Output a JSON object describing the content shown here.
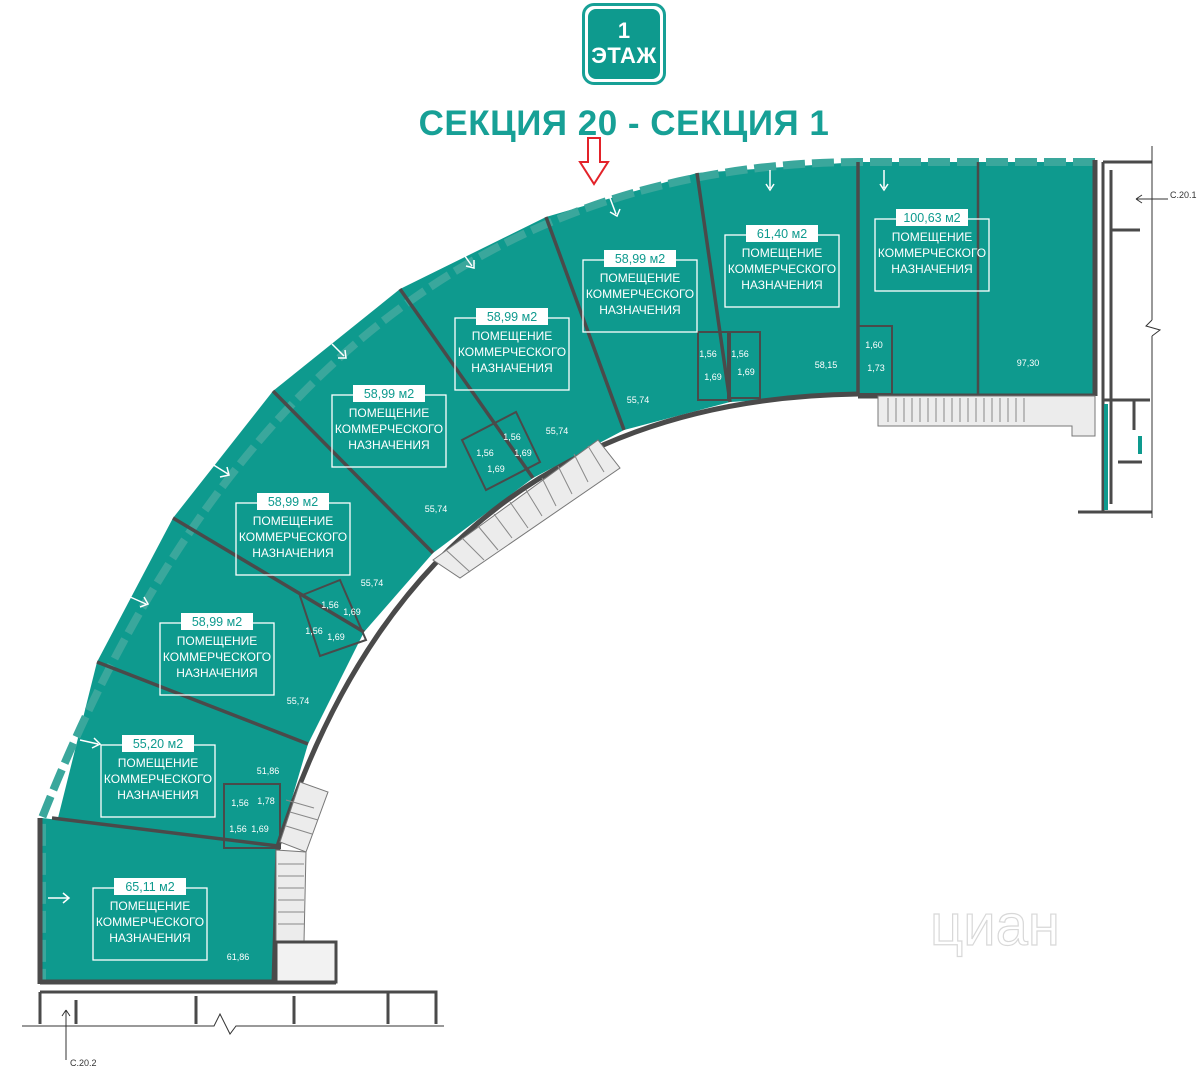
{
  "header": {
    "floor_number": "1",
    "floor_word": "ЭТАЖ",
    "title": "СЕКЦИЯ 20 - СЕКЦИЯ 1"
  },
  "colors": {
    "room_fill": "#0e9a8e",
    "wall": "#4a4a4a",
    "accent_arrow": "#e32229",
    "label_border": "#ffffff"
  },
  "units": [
    {
      "area": "100,63 м2",
      "line1": "ПОМЕЩЕНИЕ",
      "line2": "КОММЕРЧЕСКОГО",
      "line3": "НАЗНАЧЕНИЯ",
      "inner": "97,30"
    },
    {
      "area": "61,40 м2",
      "line1": "ПОМЕЩЕНИЕ",
      "line2": "КОММЕРЧЕСКОГО",
      "line3": "НАЗНАЧЕНИЯ",
      "inner": "58,15"
    },
    {
      "area": "58,99 м2",
      "line1": "ПОМЕЩЕНИЕ",
      "line2": "КОММЕРЧЕСКОГО",
      "line3": "НАЗНАЧЕНИЯ",
      "inner": "55,74"
    },
    {
      "area": "58,99 м2",
      "line1": "ПОМЕЩЕНИЕ",
      "line2": "КОММЕРЧЕСКОГО",
      "line3": "НАЗНАЧЕНИЯ",
      "inner": "55,74"
    },
    {
      "area": "58,99 м2",
      "line1": "ПОМЕЩЕНИЕ",
      "line2": "КОММЕРЧЕСКОГО",
      "line3": "НАЗНАЧЕНИЯ",
      "inner": "55,74"
    },
    {
      "area": "58,99 м2",
      "line1": "ПОМЕЩЕНИЕ",
      "line2": "КОММЕРЧЕСКОГО",
      "line3": "НАЗНАЧЕНИЯ",
      "inner": "55,74"
    },
    {
      "area": "58,99 м2",
      "line1": "ПОМЕЩЕНИЕ",
      "line2": "КОММЕРЧЕСКОГО",
      "line3": "НАЗНАЧЕНИЯ",
      "inner": "55,74"
    },
    {
      "area": "55,20 м2",
      "line1": "ПОМЕЩЕНИЕ",
      "line2": "КОММЕРЧЕСКОГО",
      "line3": "НАЗНАЧЕНИЯ",
      "inner": "51,86"
    },
    {
      "area": "65,11 м2",
      "line1": "ПОМЕЩЕНИЕ",
      "line2": "КОММЕРЧЕСКОГО",
      "line3": "НАЗНАЧЕНИЯ",
      "inner": "61,86"
    }
  ],
  "wc_labels": [
    "1,60",
    "1,73",
    "1,56",
    "1,69",
    "1,56",
    "1,69",
    "1,56",
    "1,69",
    "1,56",
    "1,69",
    "1,56",
    "1,69",
    "1,56",
    "1,69",
    "1,56",
    "1,78",
    "1,56",
    "1,69"
  ],
  "axis_labels": {
    "right": "С.20.1",
    "bottom": "С.20.2"
  },
  "watermark": "циан"
}
